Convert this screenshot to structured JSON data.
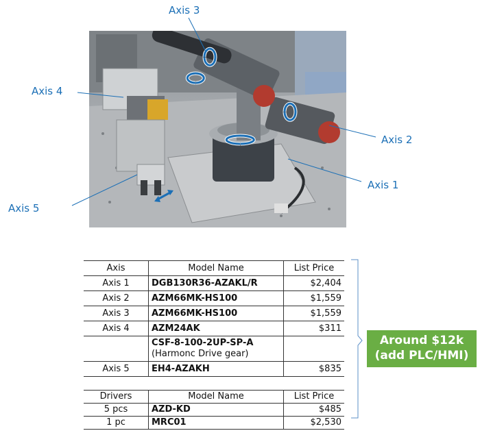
{
  "labels": {
    "axis1": "Axis 1",
    "axis2": "Axis 2",
    "axis3": "Axis 3",
    "axis4": "Axis 4",
    "axis5": "Axis 5"
  },
  "axis_table": {
    "headers": [
      "Axis",
      "Model Name",
      "List Price"
    ],
    "rows": [
      {
        "axis": "Axis 1",
        "model": "DGB130R36-AZAKL/R",
        "model_sub": "",
        "price": "$2,404"
      },
      {
        "axis": "Axis 2",
        "model": "AZM66MK-HS100",
        "model_sub": "",
        "price": "$1,559"
      },
      {
        "axis": "Axis 3",
        "model": "AZM66MK-HS100",
        "model_sub": "",
        "price": "$1,559"
      },
      {
        "axis": "Axis 4",
        "model": "AZM24AK",
        "model_sub": "",
        "price": "$311"
      },
      {
        "axis": "",
        "model": "CSF-8-100-2UP-SP-A",
        "model_sub": "(Harmonc Drive gear)",
        "price": ""
      },
      {
        "axis": "Axis 5",
        "model": "EH4-AZAKH",
        "model_sub": "",
        "price": "$835"
      }
    ]
  },
  "drivers_table": {
    "headers": [
      "Drivers",
      "Model Name",
      "List Price"
    ],
    "rows": [
      {
        "qty": "5 pcs",
        "model": "AZD-KD",
        "price": "$485"
      },
      {
        "qty": "1 pc",
        "model": "MRC01",
        "price": "$2,530"
      }
    ]
  },
  "callout": {
    "line1": "Around $12k",
    "line2": "(add PLC/HMI)",
    "color": "#6aae44"
  },
  "colors": {
    "label_blue": "#1b6fb6",
    "arrow_blue": "#1b6fb6"
  }
}
